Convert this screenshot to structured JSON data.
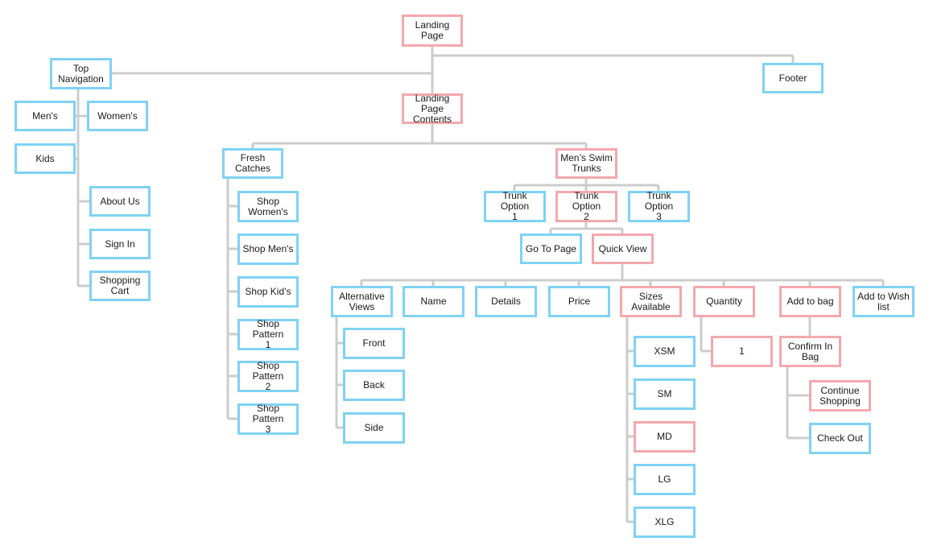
{
  "colors": {
    "line": "#cccccc",
    "node_blue": "#7fd2f5",
    "node_pink": "#f3a8ad",
    "text": "#1a1a1a"
  },
  "nodes": {
    "landing_page": {
      "lines": [
        "Landing Page"
      ],
      "color": "pink"
    },
    "top_navigation": {
      "lines": [
        "Top",
        "Navigation"
      ],
      "color": "blue"
    },
    "footer": {
      "lines": [
        "Footer"
      ],
      "color": "blue"
    },
    "landing_page_contents": {
      "lines": [
        "Landing Page",
        "Contents"
      ],
      "color": "pink"
    },
    "mens": {
      "lines": [
        "Men's"
      ],
      "color": "blue"
    },
    "womens": {
      "lines": [
        "Women's"
      ],
      "color": "blue"
    },
    "kids": {
      "lines": [
        "Kids"
      ],
      "color": "blue"
    },
    "about_us": {
      "lines": [
        "About Us"
      ],
      "color": "blue"
    },
    "sign_in": {
      "lines": [
        "Sign In"
      ],
      "color": "blue"
    },
    "shopping_cart": {
      "lines": [
        "Shopping",
        "Cart"
      ],
      "color": "blue"
    },
    "fresh_catches": {
      "lines": [
        "Fresh",
        "Catches"
      ],
      "color": "blue"
    },
    "shop_womens": {
      "lines": [
        "Shop",
        "Women's"
      ],
      "color": "blue"
    },
    "shop_mens": {
      "lines": [
        "Shop Men's"
      ],
      "color": "blue"
    },
    "shop_kids": {
      "lines": [
        "Shop Kid’s"
      ],
      "color": "blue"
    },
    "shop_pattern_1": {
      "lines": [
        "Shop Pattern",
        "1"
      ],
      "color": "blue"
    },
    "shop_pattern_2": {
      "lines": [
        "Shop Pattern",
        "2"
      ],
      "color": "blue"
    },
    "shop_pattern_3": {
      "lines": [
        "Shop Pattern",
        "3"
      ],
      "color": "blue"
    },
    "mens_swim_trunks": {
      "lines": [
        "Men’s Swim",
        "Trunks"
      ],
      "color": "pink"
    },
    "trunk_option_1": {
      "lines": [
        "Trunk Option",
        "1"
      ],
      "color": "blue"
    },
    "trunk_option_2": {
      "lines": [
        "Trunk Option",
        "2"
      ],
      "color": "pink"
    },
    "trunk_option_3": {
      "lines": [
        "Trunk Option",
        "3"
      ],
      "color": "blue"
    },
    "go_to_page": {
      "lines": [
        "Go To Page"
      ],
      "color": "blue"
    },
    "quick_view": {
      "lines": [
        "Quick View"
      ],
      "color": "pink"
    },
    "alternative_views": {
      "lines": [
        "Alternative",
        "Views"
      ],
      "color": "blue"
    },
    "name": {
      "lines": [
        "Name"
      ],
      "color": "blue"
    },
    "details": {
      "lines": [
        "Details"
      ],
      "color": "blue"
    },
    "price": {
      "lines": [
        "Price"
      ],
      "color": "blue"
    },
    "sizes_available": {
      "lines": [
        "Sizes",
        "Available"
      ],
      "color": "pink"
    },
    "quantity": {
      "lines": [
        "Quantity"
      ],
      "color": "pink"
    },
    "add_to_bag": {
      "lines": [
        "Add to bag"
      ],
      "color": "pink"
    },
    "add_to_wish_list": {
      "lines": [
        "Add to Wish",
        "list"
      ],
      "color": "blue"
    },
    "front": {
      "lines": [
        "Front"
      ],
      "color": "blue"
    },
    "back": {
      "lines": [
        "Back"
      ],
      "color": "blue"
    },
    "side": {
      "lines": [
        "Side"
      ],
      "color": "blue"
    },
    "xsm": {
      "lines": [
        "XSM"
      ],
      "color": "blue"
    },
    "sm": {
      "lines": [
        "SM"
      ],
      "color": "blue"
    },
    "md": {
      "lines": [
        "MD"
      ],
      "color": "pink"
    },
    "lg": {
      "lines": [
        "LG"
      ],
      "color": "blue"
    },
    "xlg": {
      "lines": [
        "XLG"
      ],
      "color": "blue"
    },
    "qty_1": {
      "lines": [
        "1"
      ],
      "color": "pink"
    },
    "confirm_in_bag": {
      "lines": [
        "Confirm In",
        "Bag"
      ],
      "color": "pink"
    },
    "continue_shopping": {
      "lines": [
        "Continue",
        "Shopping"
      ],
      "color": "pink"
    },
    "check_out": {
      "lines": [
        "Check Out"
      ],
      "color": "blue"
    }
  },
  "edges": [
    [
      "landing_page",
      "top_navigation"
    ],
    [
      "landing_page",
      "footer"
    ],
    [
      "landing_page",
      "landing_page_contents"
    ],
    [
      "top_navigation",
      "mens"
    ],
    [
      "top_navigation",
      "womens"
    ],
    [
      "top_navigation",
      "kids"
    ],
    [
      "top_navigation",
      "about_us"
    ],
    [
      "top_navigation",
      "sign_in"
    ],
    [
      "top_navigation",
      "shopping_cart"
    ],
    [
      "landing_page_contents",
      "fresh_catches"
    ],
    [
      "landing_page_contents",
      "mens_swim_trunks"
    ],
    [
      "fresh_catches",
      "shop_womens"
    ],
    [
      "fresh_catches",
      "shop_mens"
    ],
    [
      "fresh_catches",
      "shop_kids"
    ],
    [
      "fresh_catches",
      "shop_pattern_1"
    ],
    [
      "fresh_catches",
      "shop_pattern_2"
    ],
    [
      "fresh_catches",
      "shop_pattern_3"
    ],
    [
      "mens_swim_trunks",
      "trunk_option_1"
    ],
    [
      "mens_swim_trunks",
      "trunk_option_2"
    ],
    [
      "mens_swim_trunks",
      "trunk_option_3"
    ],
    [
      "trunk_option_2",
      "go_to_page"
    ],
    [
      "trunk_option_2",
      "quick_view"
    ],
    [
      "quick_view",
      "alternative_views"
    ],
    [
      "quick_view",
      "name"
    ],
    [
      "quick_view",
      "details"
    ],
    [
      "quick_view",
      "price"
    ],
    [
      "quick_view",
      "sizes_available"
    ],
    [
      "quick_view",
      "quantity"
    ],
    [
      "quick_view",
      "add_to_bag"
    ],
    [
      "quick_view",
      "add_to_wish_list"
    ],
    [
      "alternative_views",
      "front"
    ],
    [
      "alternative_views",
      "back"
    ],
    [
      "alternative_views",
      "side"
    ],
    [
      "sizes_available",
      "xsm"
    ],
    [
      "sizes_available",
      "sm"
    ],
    [
      "sizes_available",
      "md"
    ],
    [
      "sizes_available",
      "lg"
    ],
    [
      "sizes_available",
      "xlg"
    ],
    [
      "quantity",
      "qty_1"
    ],
    [
      "add_to_bag",
      "confirm_in_bag"
    ],
    [
      "confirm_in_bag",
      "continue_shopping"
    ],
    [
      "confirm_in_bag",
      "check_out"
    ]
  ]
}
